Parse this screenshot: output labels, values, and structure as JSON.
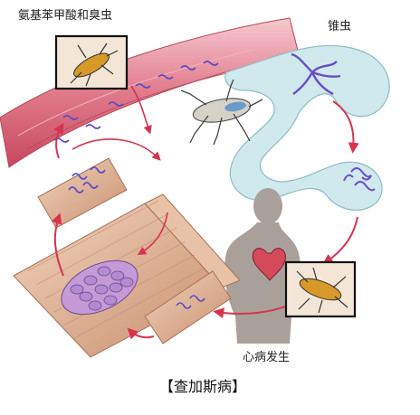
{
  "labels": {
    "amino_acid": "氨基苯甲酸和臭虫",
    "trypanosome": "锥虫",
    "heart_disease": "心病发生",
    "title": "【查加斯病】"
  },
  "colors": {
    "arrow": "#d6334f",
    "vessel": "#d9667b",
    "parasite": "#5b4cc4",
    "fluid": "#bfe2e6",
    "muscle": "#d8a78a",
    "body": "#a9a09a"
  }
}
